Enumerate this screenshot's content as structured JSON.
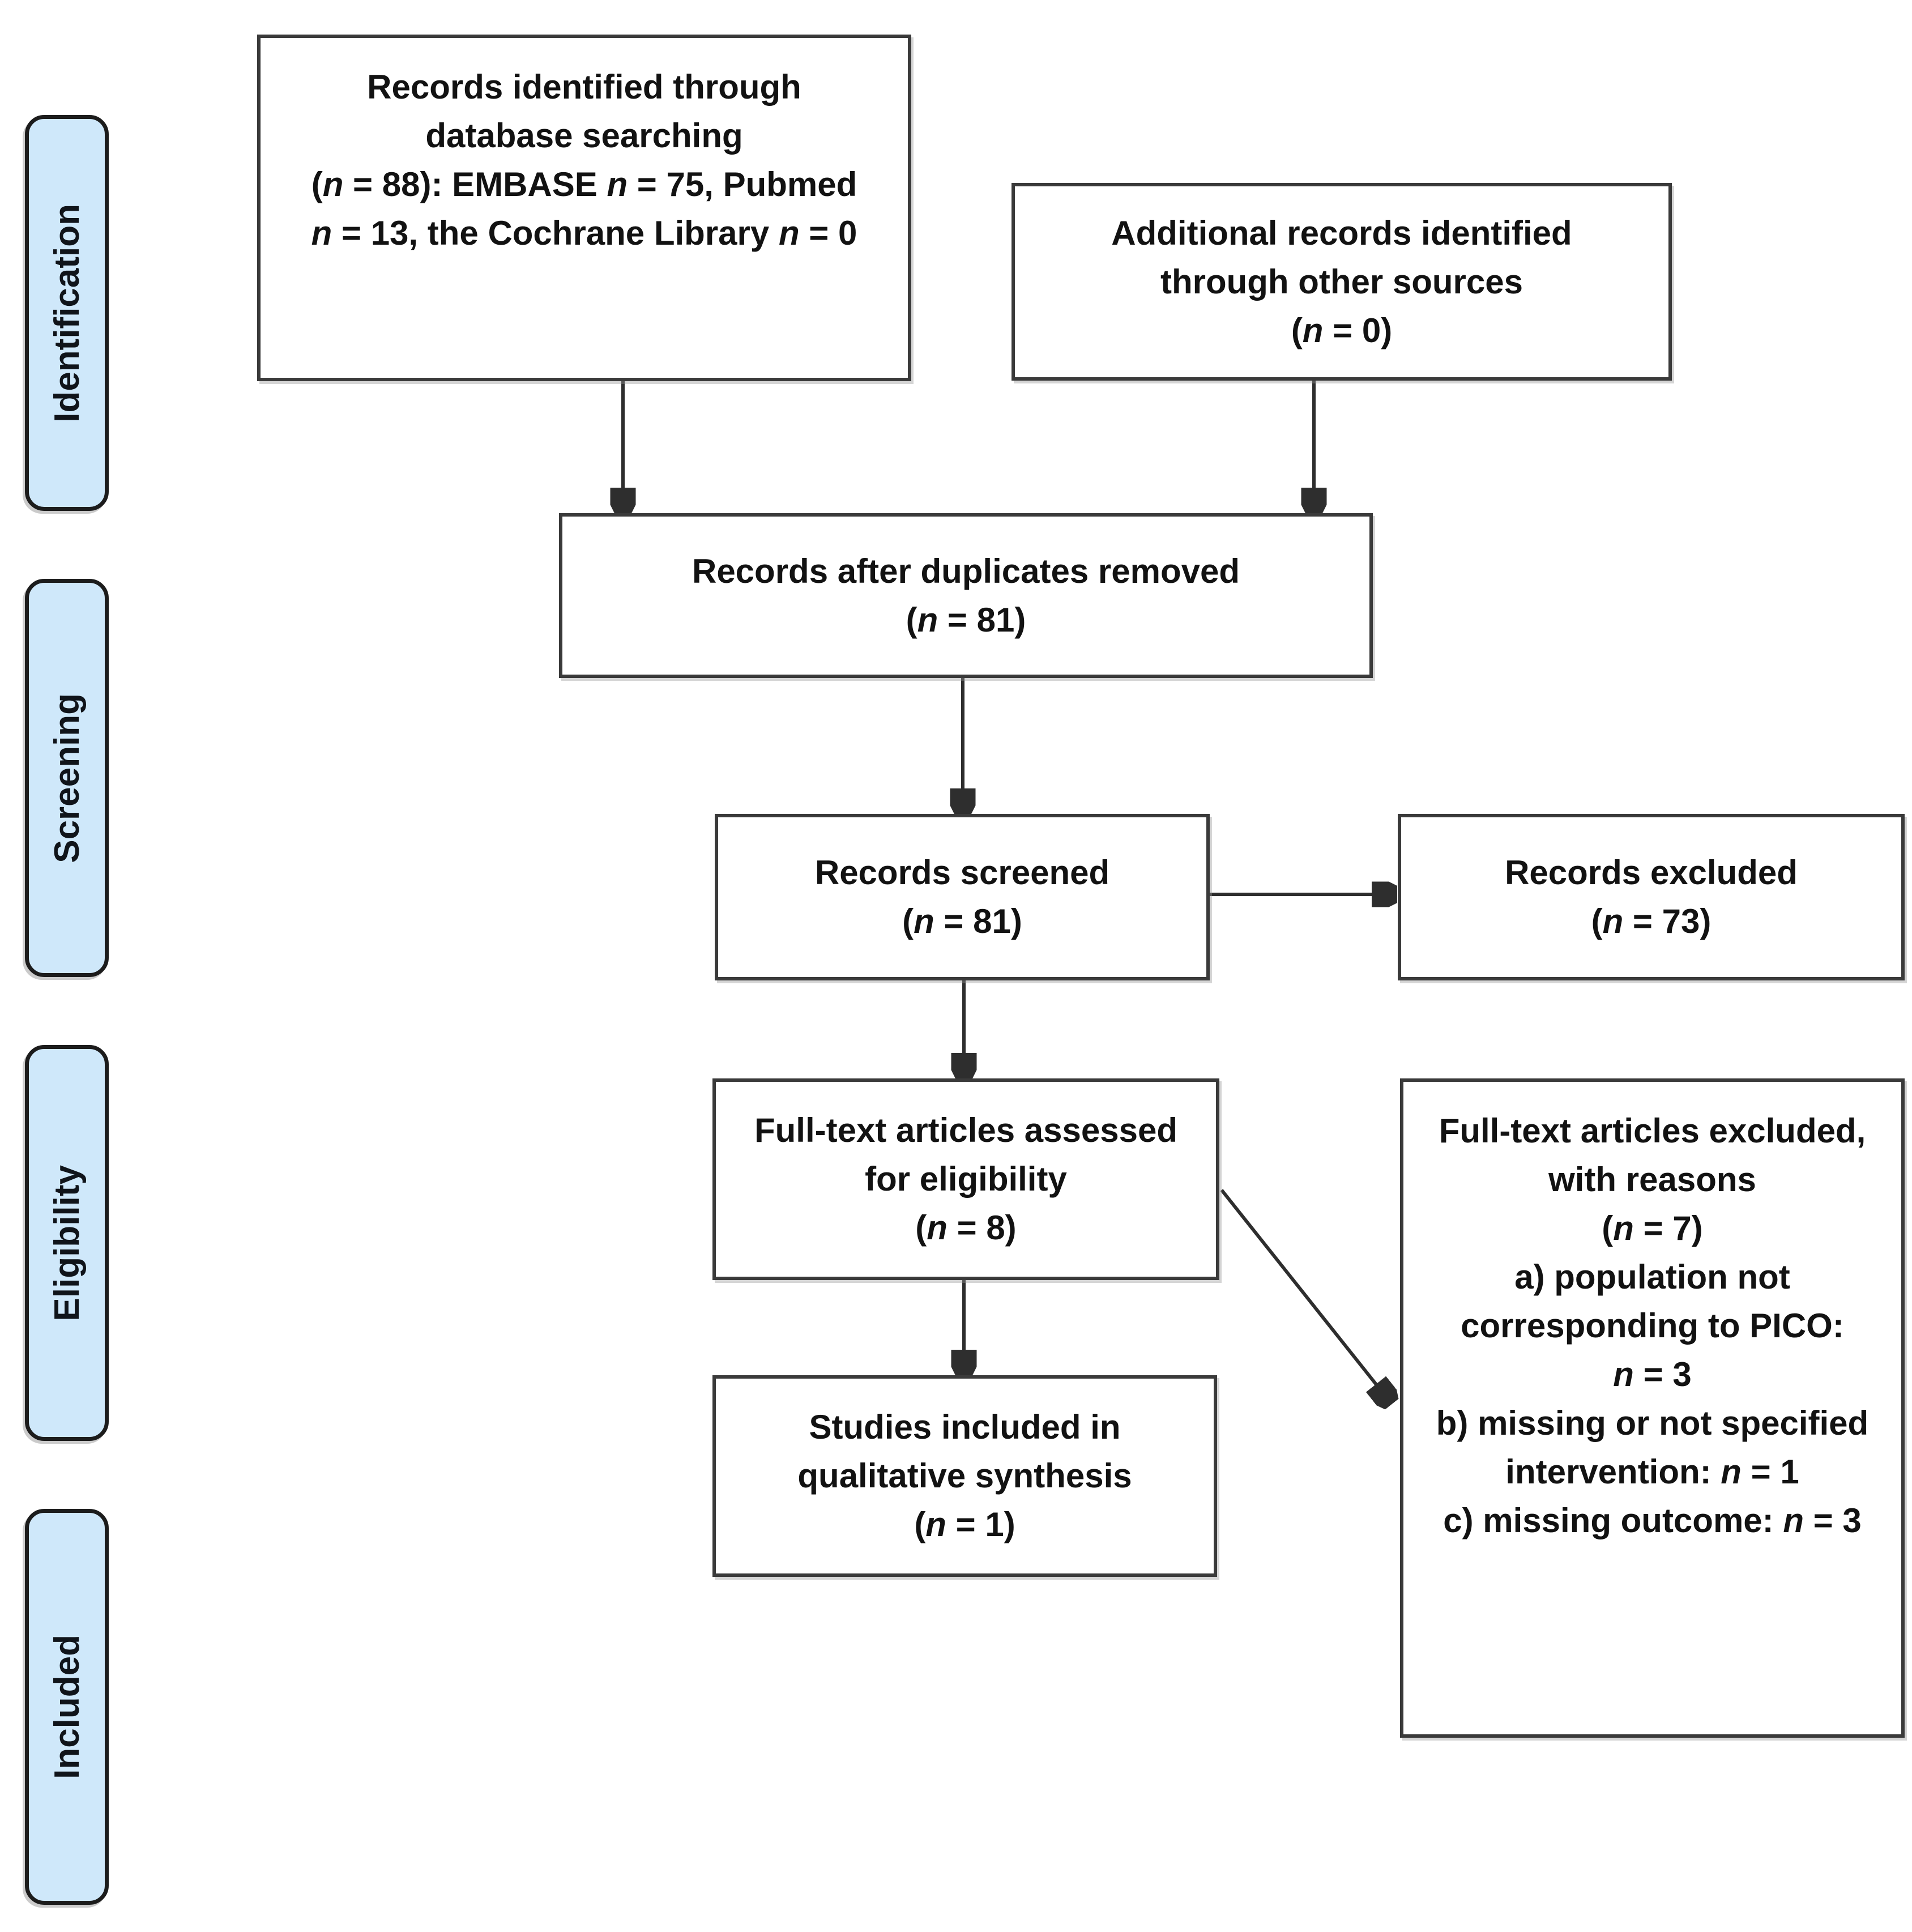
{
  "diagram": {
    "kind": "PRISMA flow diagram",
    "colors": {
      "stage_tab_fill": "#cfe8fa",
      "stage_tab_border": "#1c1c1c",
      "box_border": "#3a3a3a",
      "box_fill": "#ffffff",
      "text": "#121212",
      "arrow": "#2e2e2e"
    }
  },
  "sidebar": {
    "items": [
      {
        "label": "Identification"
      },
      {
        "label": "Screening"
      },
      {
        "label": "Eligibility"
      },
      {
        "label": "Included"
      }
    ]
  },
  "boxes": {
    "identified": {
      "text": "Records identified through\ndatabase searching\n(n = 88): EMBASE n = 75, Pubmed\nn = 13, the Cochrane Library n = 0"
    },
    "additional": {
      "text": "Additional records identified\nthrough other sources\n(n = 0)"
    },
    "deduped": {
      "text": "Records after duplicates removed\n(n = 81)"
    },
    "screened": {
      "text": "Records screened\n(n = 81)"
    },
    "excluded": {
      "text": "Records excluded\n(n = 73)"
    },
    "fulltext": {
      "text": "Full-text articles assessed\nfor eligibility\n(n = 8)"
    },
    "included_studies": {
      "text": "Studies included in\nqualitative synthesis\n(n = 1)"
    },
    "fulltext_excluded": {
      "text": "Full-text articles excluded,\nwith reasons\n(n = 7)\na) population not\ncorresponding to PICO:\nn = 3\nb) missing or not specified\nintervention: n = 1\nc) missing outcome: n = 3"
    }
  }
}
